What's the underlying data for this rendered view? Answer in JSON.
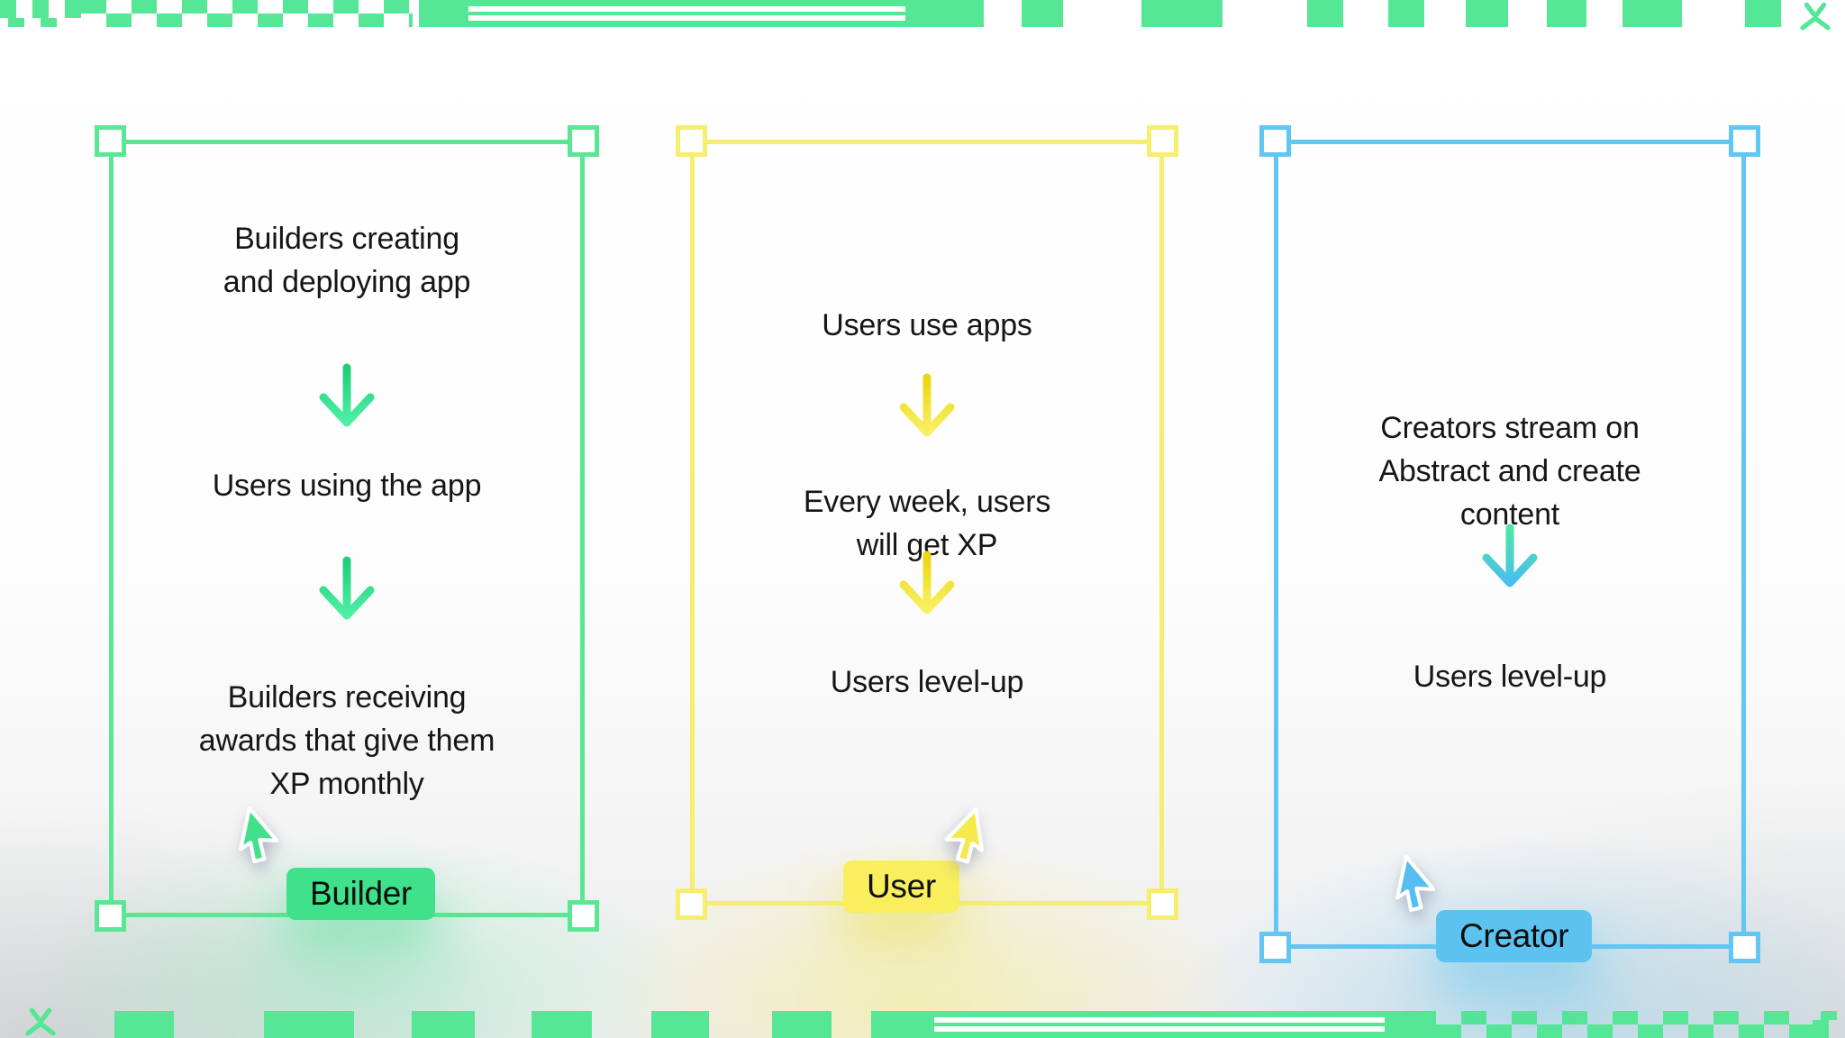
{
  "brand": {
    "decor_green": "#55e795",
    "logo": "abstract-spark-logo"
  },
  "frames": [
    {
      "name": "Builder",
      "accent": "#5ae794",
      "badge": {
        "label": "Builder",
        "bg": "#3fe28b"
      },
      "cursor_color": "#43df8b",
      "arrow_gradient": [
        "#1fcd77",
        "#4ff0a4"
      ],
      "steps": [
        "Builders creating\nand deploying app",
        "Users using the app",
        "Builders receiving\nawards that give them\nXP monthly"
      ]
    },
    {
      "name": "User",
      "accent": "#f6ee6e",
      "badge": {
        "label": "User",
        "bg": "#f8ee5e"
      },
      "cursor_color": "#f6e94b",
      "arrow_gradient": [
        "#e9d70f",
        "#f9f065"
      ],
      "steps": [
        "Users use apps",
        "Every week, users\nwill get XP",
        "Users level-up"
      ]
    },
    {
      "name": "Creator",
      "accent": "#62c6f2",
      "badge": {
        "label": "Creator",
        "bg": "#5cc3f1"
      },
      "cursor_color": "#55bdf0",
      "arrow_gradient": [
        "#4ae8a3",
        "#49bdf1"
      ],
      "steps": [
        "Creators stream on\nAbstract and create\ncontent",
        "Users level-up"
      ]
    }
  ]
}
